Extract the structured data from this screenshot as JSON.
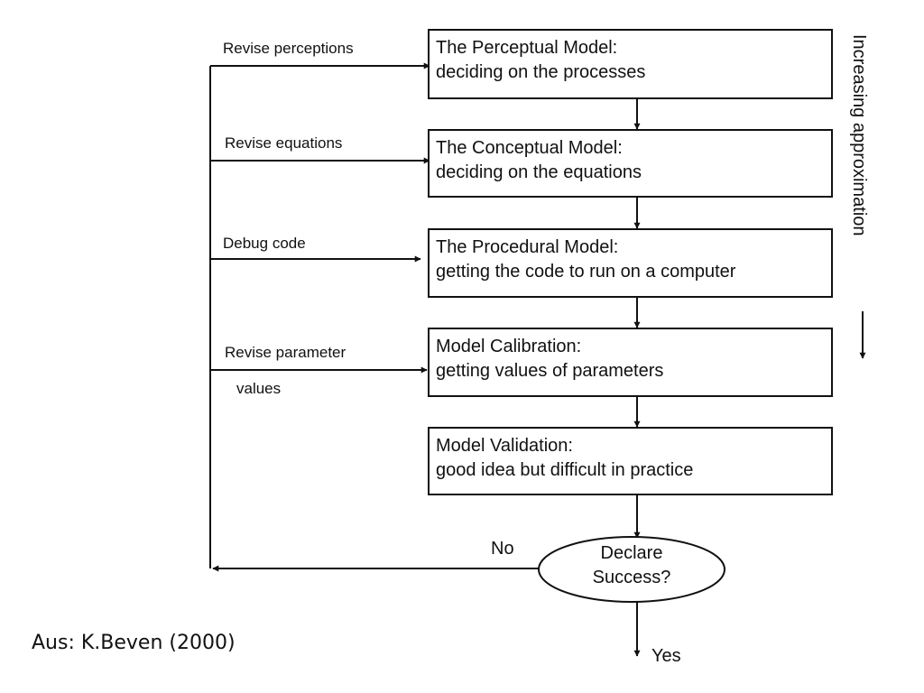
{
  "boxes": [
    {
      "title": "The Perceptual Model:",
      "subtitle": "deciding on the processes"
    },
    {
      "title": "The Conceptual Model:",
      "subtitle": "deciding on the equations"
    },
    {
      "title": "The Procedural Model:",
      "subtitle": "getting the code to run on a computer"
    },
    {
      "title": "Model Calibration:",
      "subtitle": "getting values of parameters"
    },
    {
      "title": "Model Validation:",
      "subtitle": "good idea but difficult in practice"
    }
  ],
  "feedback_labels": {
    "revise_perceptions": "Revise perceptions",
    "revise_equations": "Revise equations",
    "debug_code": "Debug code",
    "revise_parameter": "Revise parameter",
    "values": "values"
  },
  "decision": {
    "line1": "Declare",
    "line2": "Success?"
  },
  "no_label": "No",
  "yes_label": "Yes",
  "side_label": "Increasing approximation",
  "source": "Aus: K.Beven (2000)"
}
